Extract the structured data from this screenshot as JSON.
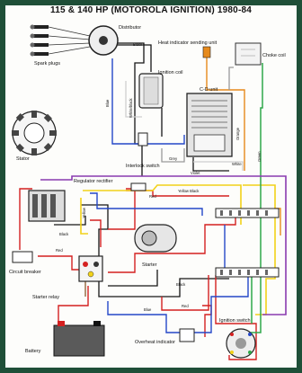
{
  "title": "115 & 140 HP (MOTOROLA IGNITION) 1980-84",
  "labels": {
    "distributor": "Distributor",
    "spark_plugs": "Spark plugs",
    "heat_indicator": "Heat indicator sending unit",
    "choke_coil": "Choke coil",
    "ignition_coil": "Ignition coil",
    "cd_unit": "C-D unit",
    "stator": "Stator",
    "interlock_switch": "Interlock switch",
    "regulator_rectifier": "Regulator rectifier",
    "starter": "Starter",
    "circuit_breaker": "Circuit breaker",
    "starter_relay": "Starter relay",
    "battery": "Battery",
    "overheat_indicator": "Overheat indicator",
    "ignition_switch": "Ignition switch"
  },
  "wire_labels": {
    "black": "Black",
    "blue": "Blue",
    "white_black": "White/black",
    "grey": "Grey",
    "orange": "Orange",
    "green": "Green",
    "white": "White",
    "violet": "Violet",
    "yellow": "Yellow",
    "red": "Red",
    "black_yellow": "Yellow Black"
  },
  "colors": {
    "frame": "#1f4f38",
    "red": "#d42020",
    "yellow": "#f2d21a",
    "blue": "#2447c8",
    "green": "#2fa84a",
    "purple": "#8a3bb0",
    "orange": "#e68a1c",
    "black": "#151515",
    "grey": "#9a9a9a",
    "white_wire": "#cfcfcf",
    "brown": "#8a5a2b"
  }
}
